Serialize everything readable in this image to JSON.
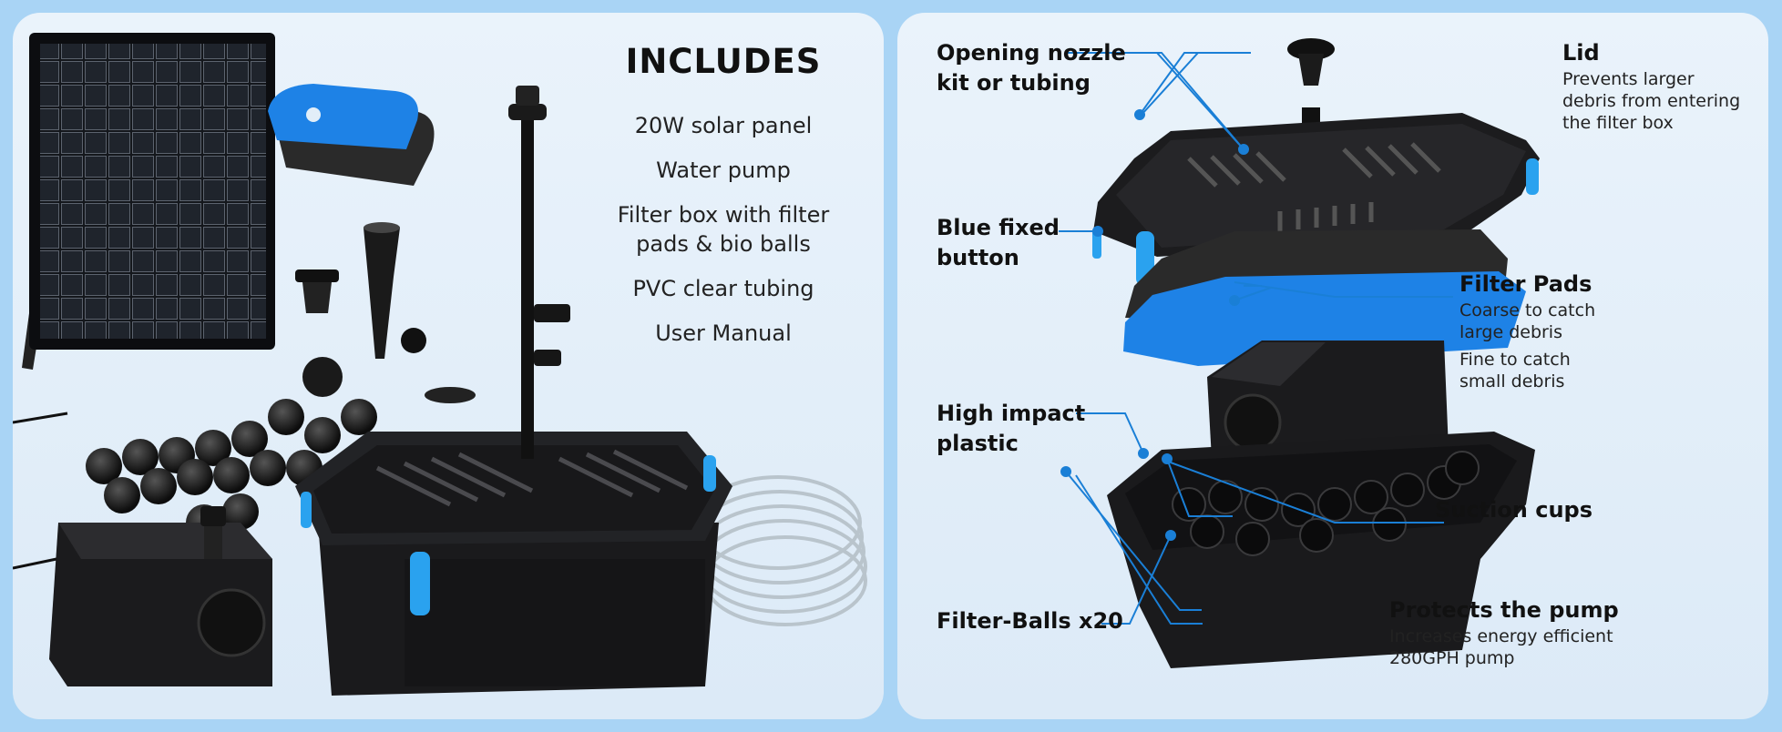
{
  "includes": {
    "heading": "INCLUDES",
    "items": [
      "20W solar panel",
      "Water pump",
      "Filter box with filter\npads & bio balls",
      "PVC clear tubing",
      "User Manual"
    ]
  },
  "callouts": {
    "nozzle": {
      "title": "Opening nozzle\nkit or tubing"
    },
    "lid": {
      "title": "Lid",
      "desc": "Prevents larger\ndebris from entering\nthe filter box"
    },
    "blue_button": {
      "title": "Blue fixed\nbutton"
    },
    "filter_pads": {
      "title": "Filter Pads",
      "desc1": "Coarse to catch\nlarge debris",
      "desc2": "Fine to catch\nsmall debris"
    },
    "plastic": {
      "title": "High impact\nplastic"
    },
    "suction": {
      "title": "Suction cups"
    },
    "filter_balls": {
      "title": "Filter-Balls x20"
    },
    "protects": {
      "title": "Protects the pump",
      "desc": "Increases energy efficient\n280GPH pump"
    }
  },
  "colors": {
    "background": "#a9d4f5",
    "accent_blue": "#1a7fd6",
    "product_black": "#1c1c1e",
    "filter_blue": "#1e82e6"
  }
}
